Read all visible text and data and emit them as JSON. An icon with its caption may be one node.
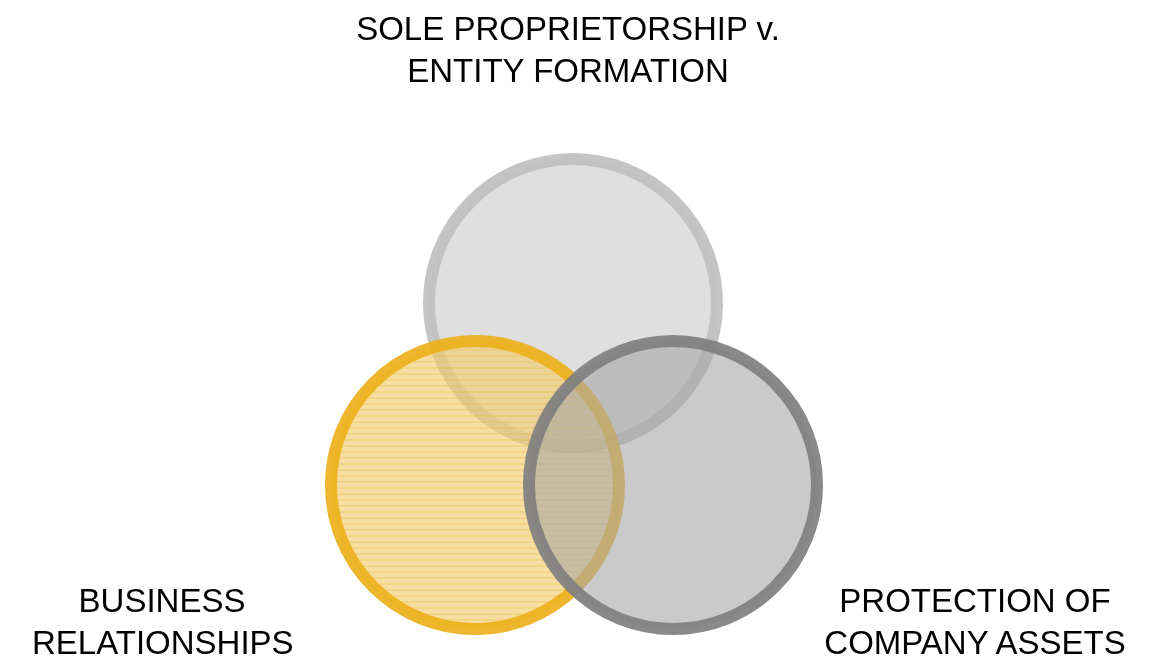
{
  "diagram": {
    "nodes": [
      {
        "text": [
          "SOLE PROPRIETORSHIP v. ENTITY FORMATION"
        ]
      },
      {
        "text": [
          "BUSINESS RELATIONSHIPS"
        ]
      },
      {
        "text": [
          "PROTECTION OF COMPANY ASSETS"
        ]
      }
    ]
  }
}
